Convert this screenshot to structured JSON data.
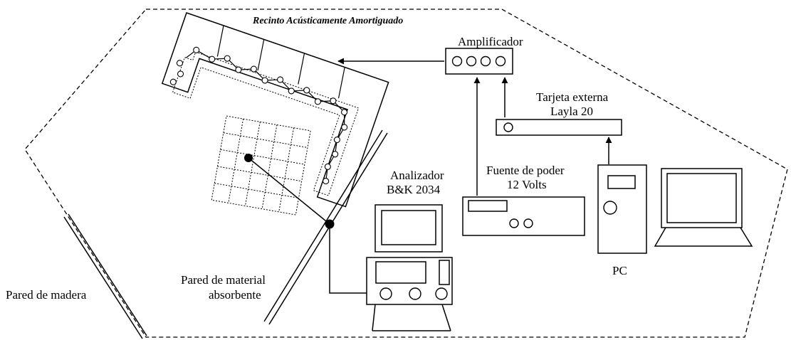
{
  "title": "Recinto Acústicamente Amortiguado",
  "labels": {
    "amplificador": "Amplificador",
    "tarjeta_line1": "Tarjeta externa",
    "tarjeta_line2": "Layla 20",
    "fuente_line1": "Fuente de poder",
    "fuente_line2": "12 Volts",
    "analizador_line1": "Analizador",
    "analizador_line2": "B&K 2034",
    "pc": "PC",
    "pared_material_line1": "Pared de material",
    "pared_material_line2": "absorbente",
    "pared_madera": "Pared de madera"
  }
}
